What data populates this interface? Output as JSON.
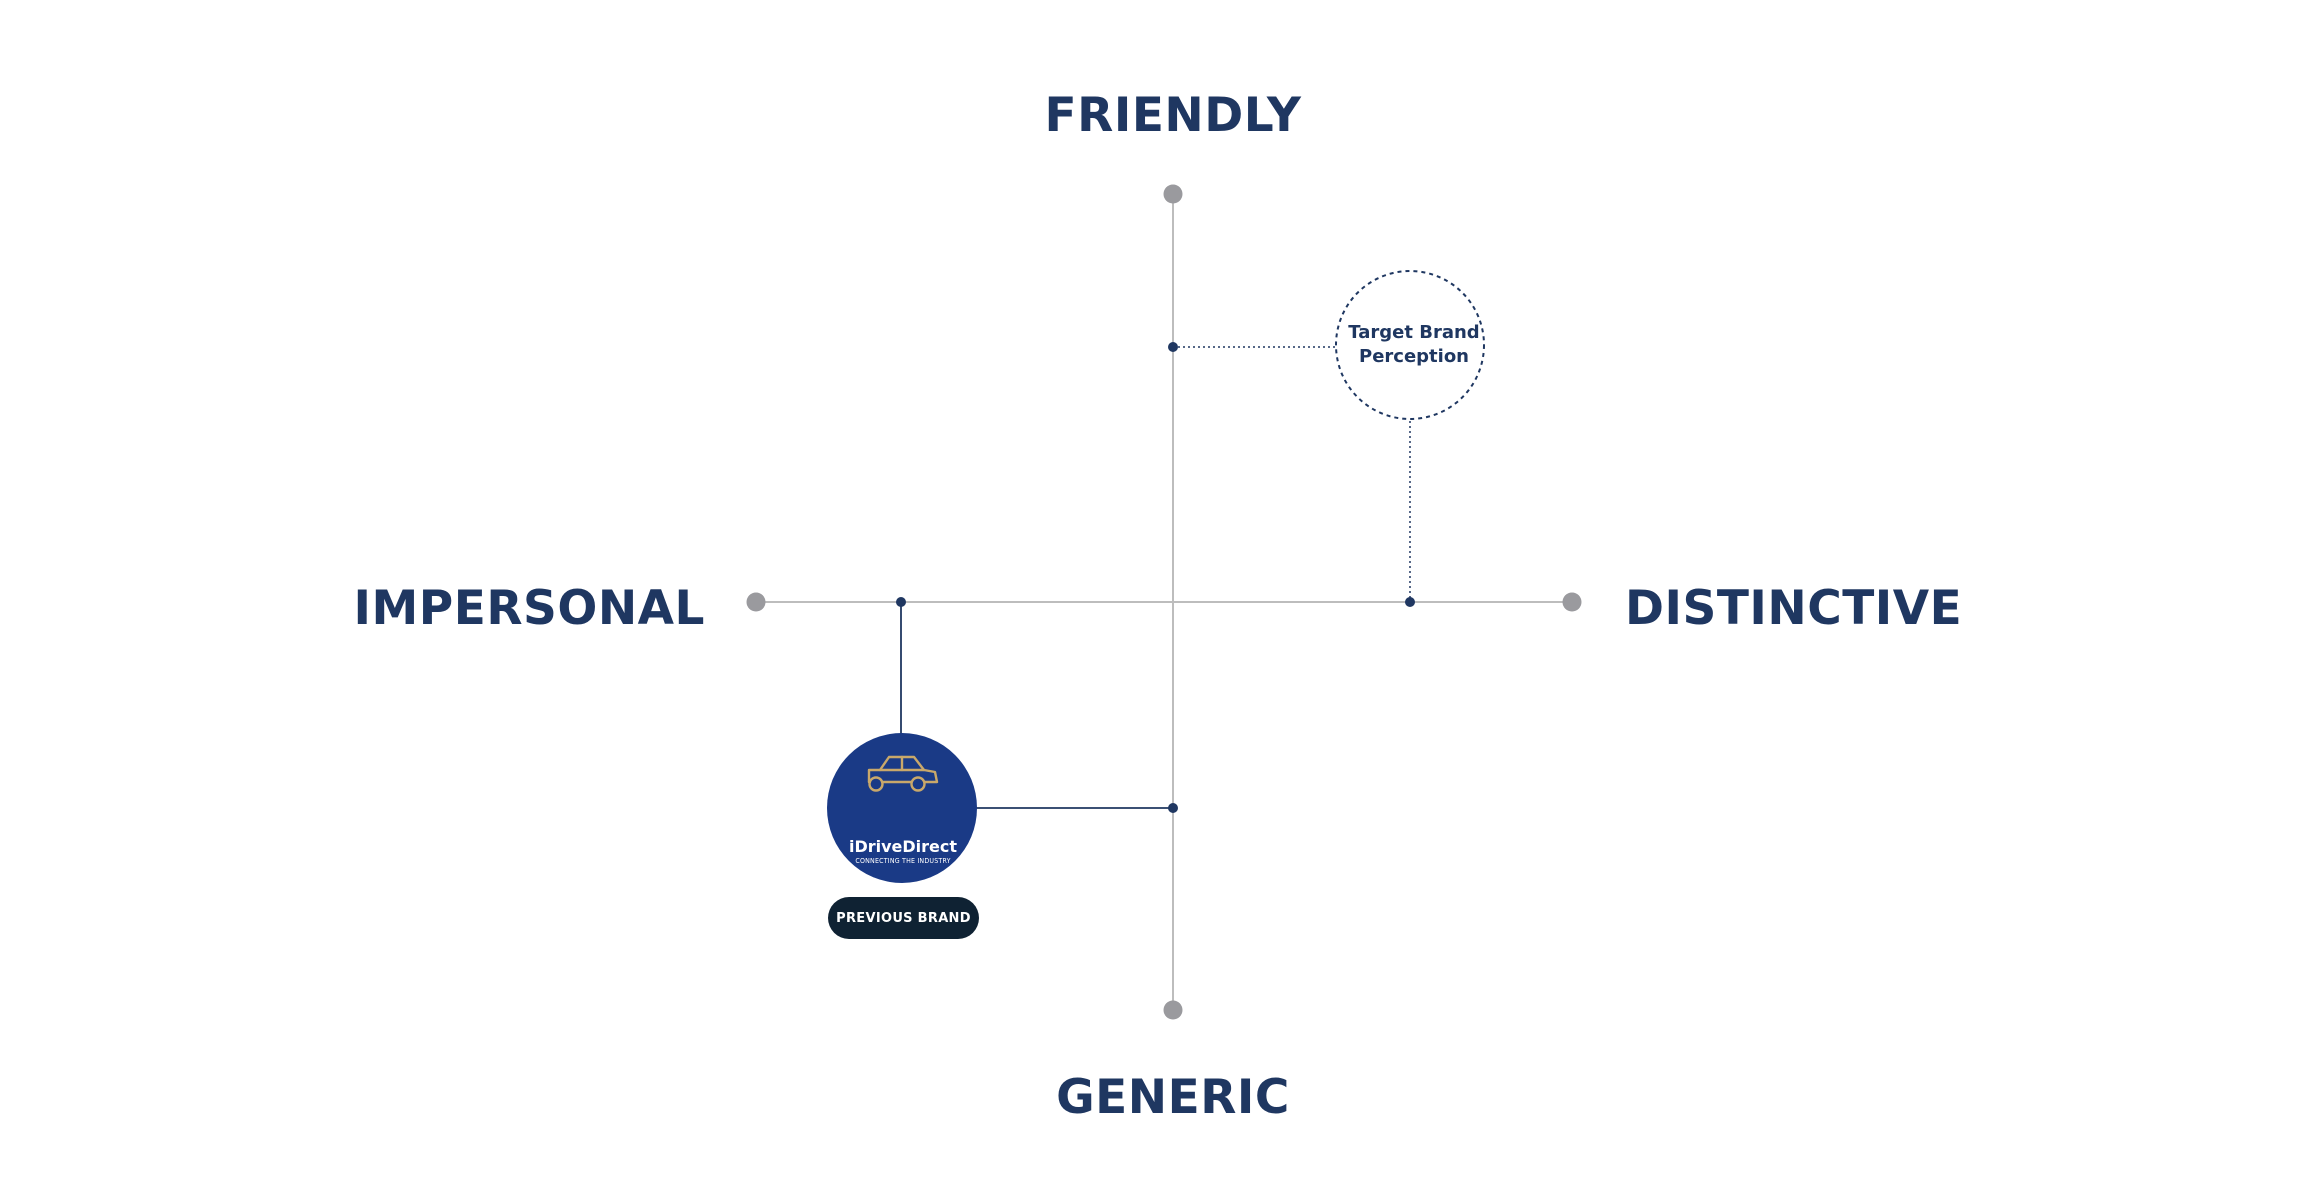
{
  "axes": {
    "top": "FRIENDLY",
    "bottom": "GENERIC",
    "left": "IMPERSONAL",
    "right": "DISTINCTIVE"
  },
  "target": {
    "label": "Target Brand Perception"
  },
  "previous_brand": {
    "logo_name": "iDriveDirect",
    "logo_tagline": "CONNECTING THE INDUSTRY",
    "badge": "PREVIOUS BRAND",
    "logo_icon": "car-icon"
  },
  "colors": {
    "navy_text": "#1f3761",
    "axis_line": "#bdbdbd",
    "endpoint_dot": "#9a9a9e",
    "marker_dot": "#1f3761",
    "brand_circle": "#1a3a86",
    "logo_gold": "#c9a86a",
    "badge_bg": "#0f2233"
  }
}
